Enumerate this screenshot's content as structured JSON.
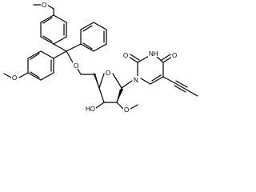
{
  "molecule": {
    "atoms": {
      "o_top_methoxy": "O",
      "o_left_methoxy": "O",
      "o_trityl_ether": "O",
      "o_ring": "O",
      "o_3_hydroxyl": "HO",
      "o_2_methoxy": "O",
      "n_1": "N",
      "n_3": "NH",
      "o_2_carbonyl": "O",
      "o_4_carbonyl": "O"
    }
  }
}
